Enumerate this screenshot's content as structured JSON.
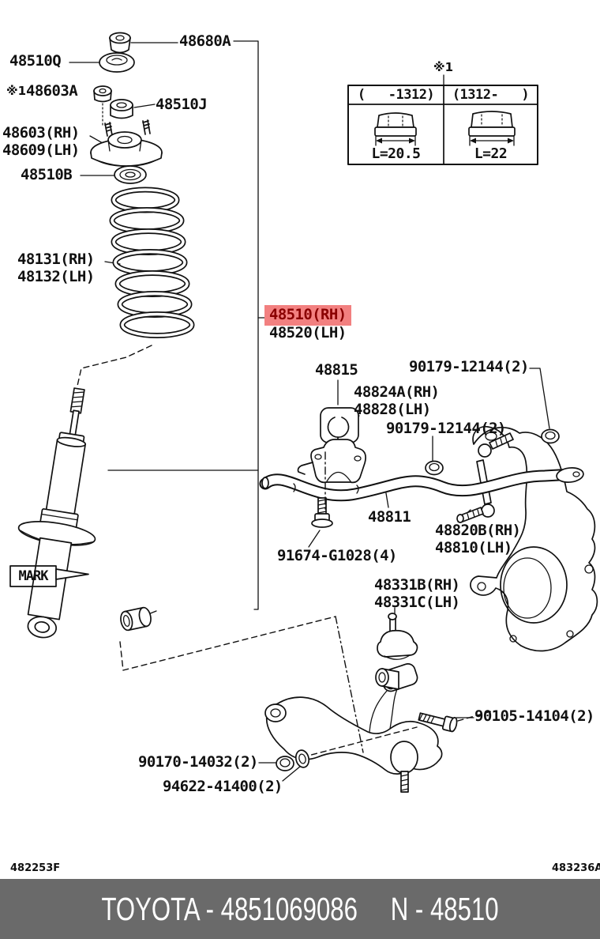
{
  "part_labels": [
    {
      "id": "48680A",
      "text": "48680A"
    },
    {
      "id": "48510Q",
      "text": "48510Q"
    },
    {
      "id": "48603A",
      "text": "48603A"
    },
    {
      "id": "48510J",
      "text": "48510J"
    },
    {
      "id": "48603RH",
      "text": "48603(RH)"
    },
    {
      "id": "48609LH",
      "text": "48609(LH)"
    },
    {
      "id": "48510B",
      "text": "48510B"
    },
    {
      "id": "48131RH",
      "text": "48131(RH)"
    },
    {
      "id": "48132LH",
      "text": "48132(LH)"
    },
    {
      "id": "48510RH",
      "text": "48510(RH)",
      "highlighted": true
    },
    {
      "id": "48520LH",
      "text": "48520(LH)"
    },
    {
      "id": "48815",
      "text": "48815"
    },
    {
      "id": "90179a",
      "text": "90179-12144(2)"
    },
    {
      "id": "48824ARH",
      "text": "48824A(RH)"
    },
    {
      "id": "48828LH",
      "text": "48828(LH)"
    },
    {
      "id": "90179b",
      "text": "90179-12144(2)"
    },
    {
      "id": "48811",
      "text": "48811"
    },
    {
      "id": "48820BRH",
      "text": "48820B(RH)"
    },
    {
      "id": "48810LH",
      "text": "48810(LH)"
    },
    {
      "id": "91674",
      "text": "91674-G1028(4)"
    },
    {
      "id": "48331BRH",
      "text": "48331B(RH)"
    },
    {
      "id": "48331CLH",
      "text": "48331C(LH)"
    },
    {
      "id": "90105",
      "text": "90105-14104(2)"
    },
    {
      "id": "90170",
      "text": "90170-14032(2)"
    },
    {
      "id": "94622",
      "text": "94622-41400(2)"
    }
  ],
  "assembly_note_marker": "※1",
  "mark_stamp": "MARK",
  "note_table": {
    "marker": "※1",
    "columns": [
      {
        "period": "(   -1312)",
        "dimension": "L=20.5"
      },
      {
        "period": "(1312-   )",
        "dimension": "L=22"
      }
    ]
  },
  "footer": {
    "left_code": "482253F",
    "right_code": "483236A"
  },
  "banner": {
    "brand_part": "TOYOTA - 4851069086",
    "ref_part": "N - 48510"
  },
  "colors": {
    "highlight_bg": "#f28080",
    "highlight_text": "#8a0000",
    "banner_bg": "#6a6a6a",
    "line": "#111111"
  }
}
